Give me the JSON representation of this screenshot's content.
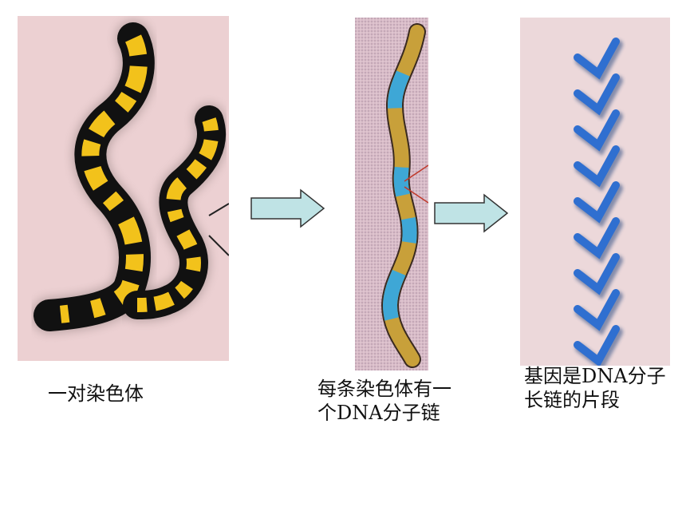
{
  "captions": {
    "chromosome_pair": "一对染色体",
    "chromosome_dna": "每条染色体有一个DNA分子链",
    "gene": "基因是DNA分子长链的片段"
  },
  "colors": {
    "chromosome_band_yellow": "#f2c21b",
    "chromosome_band_black": "#111111",
    "dna_strand_gold": "#c8a03a",
    "dna_strand_blue": "#3ea7d6",
    "gene_helix_blue": "#2f6fd0",
    "arrow_fill": "#bfe3e5",
    "arrow_stroke": "#333333"
  },
  "icons": {
    "arrow": "right-block-arrow"
  }
}
